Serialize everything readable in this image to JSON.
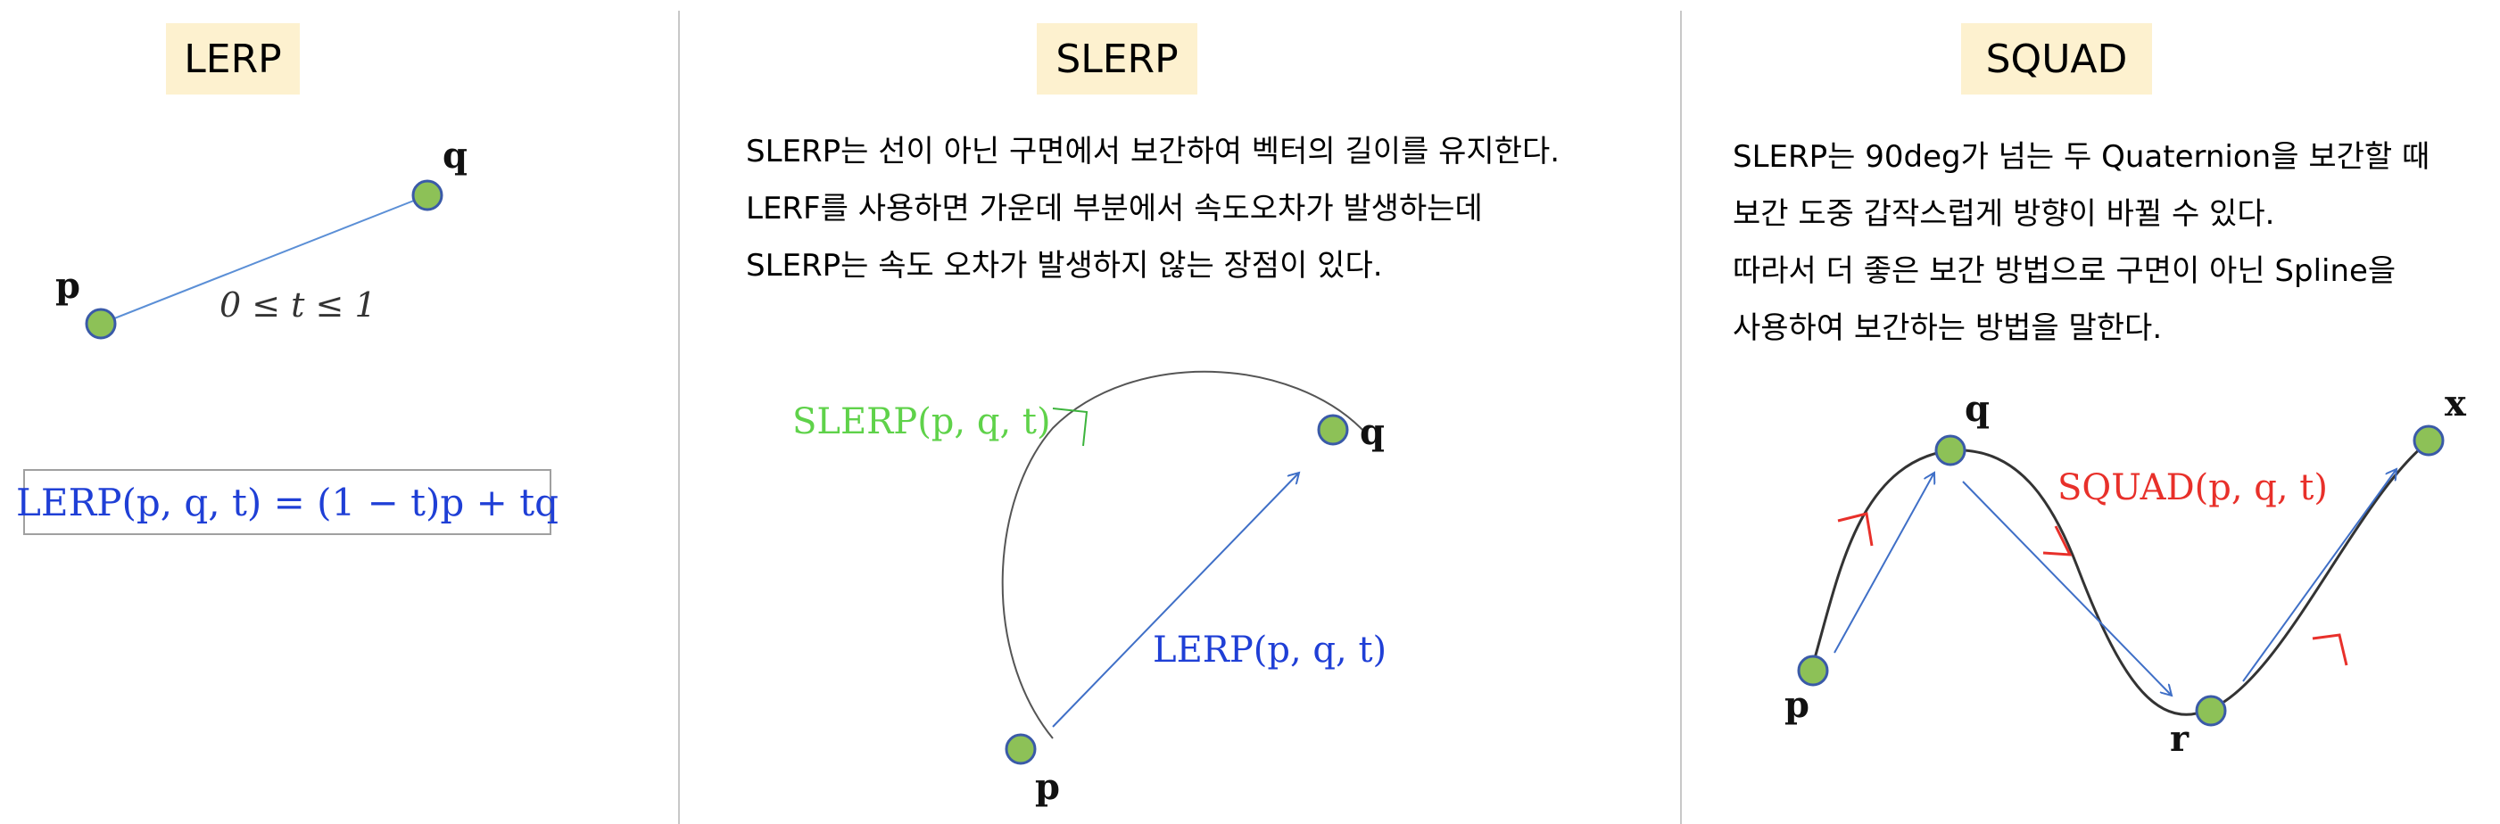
{
  "colors": {
    "title_bg": "#fdf1cf",
    "point_fill": "#8dc157",
    "point_stroke": "#3a5aa8",
    "lerp_blue": "#1f3fd6",
    "slerp_green": "#5fd24a",
    "squad_red": "#e8302a"
  },
  "lerp": {
    "title": "LERP",
    "label_p": "p",
    "label_q": "q",
    "range": "0 ≤ t ≤ 1",
    "formula": "LERP(p, q, t) = (1 − t)p + tq"
  },
  "slerp": {
    "title": "SLERP",
    "lines": [
      "SLERP는 선이 아닌 구면에서 보간하여 벡터의 길이를 유지한다.",
      "LERF를 사용하면 가운데 부분에서 속도오차가 발생하는데",
      "SLERP는 속도 오차가 발생하지 않는 장점이 있다."
    ],
    "arc_label": "SLERP(p, q, t)",
    "line_label": "LERP(p, q, t)",
    "label_p": "p",
    "label_q": "q"
  },
  "squad": {
    "title": "SQUAD",
    "lines": [
      "SLERP는 90deg가 넘는 두 Quaternion을 보간할 때",
      "보간 도중 갑작스럽게 방향이 바뀔 수 있다.",
      "따라서 더 좋은 보간 방법으로 구면이 아닌 Spline을",
      "사용하여 보간하는 방법을 말한다."
    ],
    "curve_label": "SQUAD(p, q, t)",
    "label_p": "p",
    "label_q": "q",
    "label_r": "r",
    "label_x": "x"
  }
}
